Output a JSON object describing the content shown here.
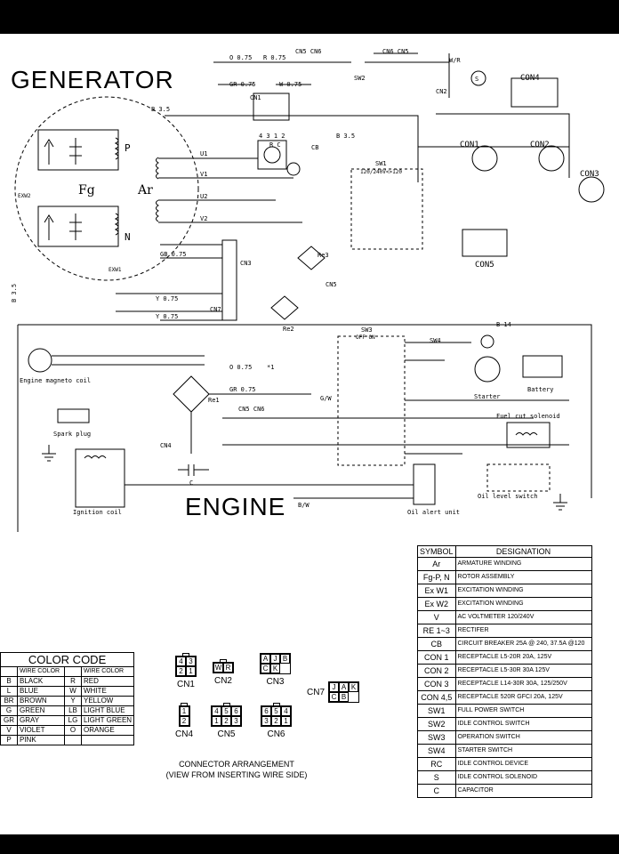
{
  "headings": {
    "generator": "GENERATOR",
    "engine": "ENGINE"
  },
  "schematic_labels": {
    "wire_o075": "O 0.75",
    "wire_r075": "R 0.75",
    "wire_gr075": "GR 0.75",
    "wire_w075": "W 0.75",
    "wire_gb075": "GB 0.75",
    "wire_y075": "Y 0.75",
    "wire_b35": "B 3.5",
    "wire_b14": "B 14",
    "cn5cn6": "CN5 CN6",
    "cn6cn5": "CN6 CN5",
    "sw2": "SW2",
    "cn1": "CN1",
    "cn2": "CN2",
    "cn3": "CN3",
    "cn4": "CN4",
    "cn5": "CN5",
    "cn7": "CN7",
    "con1": "CON1",
    "con2": "CON2",
    "con3": "CON3",
    "con4": "CON4",
    "con5": "CON5",
    "sw1": "SW1",
    "sw1_volt": "120/240V<>120",
    "sw3": "SW3",
    "sw3_state": "OFF ON",
    "sw4": "SW4",
    "rc": "R C",
    "cb": "CB",
    "p": "P",
    "n": "N",
    "fg": "Fg",
    "ar": "Ar",
    "exw1": "EXW1",
    "exw2": "EXW2",
    "u1": "U1",
    "v1": "V1",
    "u2": "U2",
    "v2": "V2",
    "re1": "Re1",
    "re2": "Re2",
    "re3": "Re3",
    "starter": "Starter",
    "battery": "Battery",
    "engine_coil": "Engine magneto coil",
    "spark_plug": "Spark plug",
    "ignition_coil": "Ignition coil",
    "fuel_cut": "Fuel cut solenoid",
    "oil_switch": "Oil level switch",
    "oil_unit": "Oil alert unit",
    "cap_c": "C",
    "g_w": "G/W",
    "b_w": "B/W",
    "b35_side": "B 3.5",
    "s": "S",
    "w_r": "W/R",
    "star": "*1",
    "nums_cn1": "4 3 1 2"
  },
  "color_code": {
    "title": "COLOR CODE",
    "col_header": "WIRE COLOR",
    "rows": [
      [
        "B",
        "BLACK",
        "R",
        "RED"
      ],
      [
        "L",
        "BLUE",
        "W",
        "WHITE"
      ],
      [
        "BR",
        "BROWN",
        "Y",
        "YELLOW"
      ],
      [
        "G",
        "GREEN",
        "LB",
        "LIGHT BLUE"
      ],
      [
        "GR",
        "GRAY",
        "LG",
        "LIGHT GREEN"
      ],
      [
        "V",
        "VIOLET",
        "O",
        "ORANGE"
      ],
      [
        "P",
        "PINK",
        "",
        ""
      ]
    ]
  },
  "symbols": {
    "header_symbol": "SYMBOL",
    "header_designation": "DESIGNATION",
    "rows": [
      [
        "Ar",
        "ARMATURE WINDING"
      ],
      [
        "Fg-P, N",
        "ROTOR ASSEMBLY"
      ],
      [
        "Ex W1",
        "EXCITATION WINDING"
      ],
      [
        "Ex W2",
        "EXCITATION WINDING"
      ],
      [
        "V",
        "AC VOLTMETER  120/240V"
      ],
      [
        "RE 1~3",
        "RECTIFER"
      ],
      [
        "CB",
        "CIRCUIT BREAKER  25A @ 240, 37.5A @120"
      ],
      [
        "CON 1",
        "RECEPTACLE  L5-20R  20A, 125V"
      ],
      [
        "CON 2",
        "RECEPTACLE  L5-30R 30A 125V"
      ],
      [
        "CON 3",
        "RECEPTACLE  L14-30R 30A, 125/250V"
      ],
      [
        "CON 4,5",
        "RECEPTACLE  520R GFCI  20A, 125V"
      ],
      [
        "SW1",
        "FULL POWER SWITCH"
      ],
      [
        "SW2",
        "IDLE CONTROL SWITCH"
      ],
      [
        "SW3",
        "OPERATION SWITCH"
      ],
      [
        "SW4",
        "STARTER SWITCH"
      ],
      [
        "RC",
        "IDLE CONTROL DEVICE"
      ],
      [
        "S",
        "IDLE CONTROL SOLENOID"
      ],
      [
        "C",
        "CAPACITOR"
      ]
    ]
  },
  "connectors": {
    "cn1": {
      "label": "CN1",
      "pins": [
        "4",
        "3",
        "2",
        "1"
      ]
    },
    "cn2": {
      "label": "CN2",
      "pins": [
        "W",
        "R"
      ]
    },
    "cn3": {
      "label": "CN3",
      "pins": [
        "A",
        "J",
        "B",
        "C",
        "K"
      ]
    },
    "cn7": {
      "label": "CN7",
      "pins": [
        "J",
        "A",
        "K",
        "C",
        "B"
      ]
    },
    "cn4": {
      "label": "CN4",
      "pins": [
        "1",
        "2"
      ]
    },
    "cn5": {
      "label": "CN5",
      "pins": [
        "4",
        "5",
        "6",
        "1",
        "2",
        "3"
      ]
    },
    "cn6": {
      "label": "CN6",
      "pins": [
        "6",
        "5",
        "4",
        "3",
        "2",
        "1"
      ]
    },
    "caption_line1": "CONNECTOR ARRANGEMENT",
    "caption_line2": "(VIEW FROM INSERTING WIRE SIDE)"
  }
}
